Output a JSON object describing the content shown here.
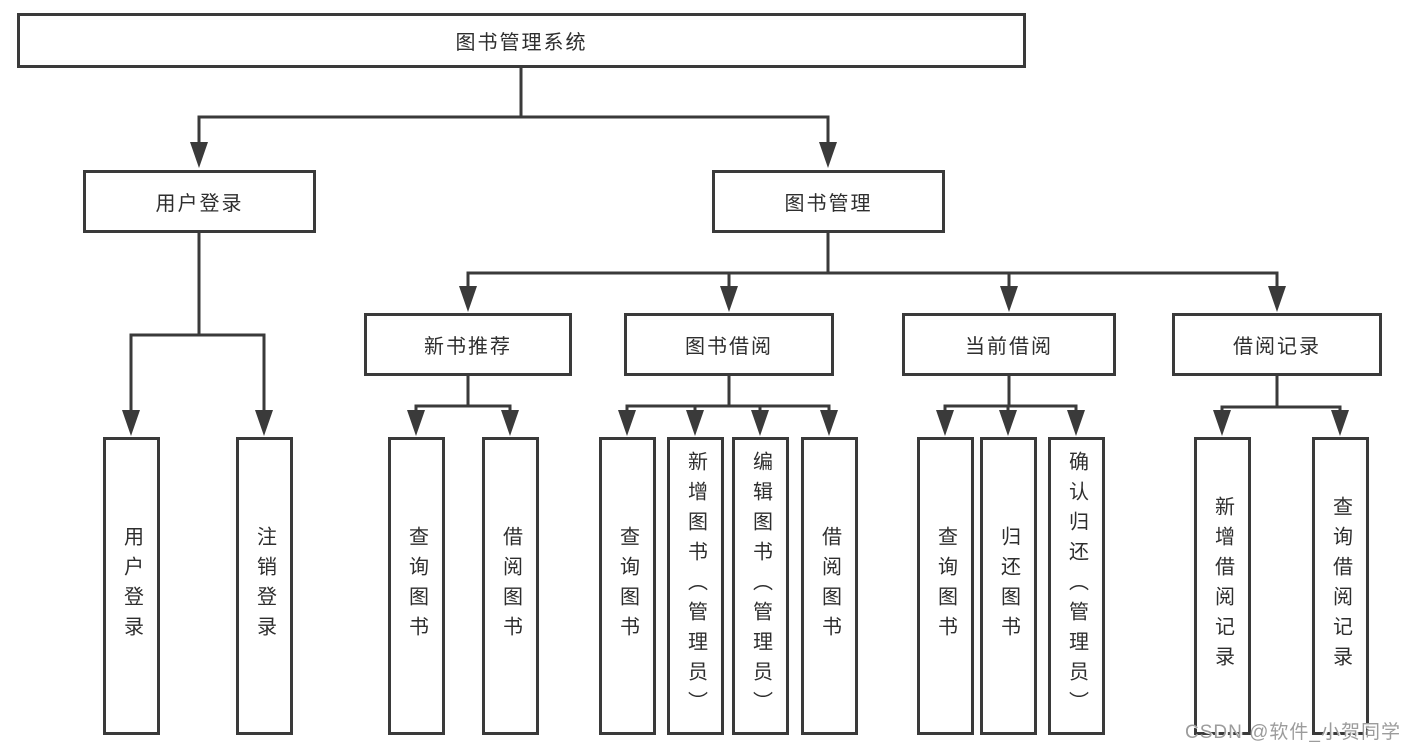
{
  "colors": {
    "line": "#3a3a3a",
    "text": "#2e2e2e",
    "box_background": "#ffffff",
    "watermark": "#9c9c9c",
    "page_background": "#ffffff"
  },
  "nodes": {
    "root": {
      "label": "图书管理系统"
    },
    "user_login": {
      "label": "用户登录"
    },
    "book_management": {
      "label": "图书管理"
    },
    "new_book_recommend": {
      "label": "新书推荐"
    },
    "book_borrow": {
      "label": "图书借阅"
    },
    "current_borrow": {
      "label": "当前借阅"
    },
    "borrow_records": {
      "label": "借阅记录"
    },
    "leaf_user_login": {
      "label": "用户登录"
    },
    "leaf_logout": {
      "label": "注销登录"
    },
    "leaf_query_books_a": {
      "label": "查询图书"
    },
    "leaf_borrow_books_a": {
      "label": "借阅图书"
    },
    "leaf_query_books_b": {
      "label": "查询图书"
    },
    "leaf_add_books_admin": {
      "label": "新增图书（管理员）"
    },
    "leaf_edit_books_admin": {
      "label": "编辑图书（管理员）"
    },
    "leaf_borrow_books_b": {
      "label": "借阅图书"
    },
    "leaf_query_books_c": {
      "label": "查询图书"
    },
    "leaf_return_books": {
      "label": "归还图书"
    },
    "leaf_confirm_return_admin": {
      "label": "确认归还（管理员）"
    },
    "leaf_add_borrow_record": {
      "label": "新增借阅记录"
    },
    "leaf_query_borrow_record": {
      "label": "查询借阅记录"
    }
  },
  "hierarchy": {
    "图书管理系统": [
      "用户登录",
      "图书管理"
    ],
    "用户登录": [
      "用户登录",
      "注销登录"
    ],
    "图书管理": [
      "新书推荐",
      "图书借阅",
      "当前借阅",
      "借阅记录"
    ],
    "新书推荐": [
      "查询图书",
      "借阅图书"
    ],
    "图书借阅": [
      "查询图书",
      "新增图书（管理员）",
      "编辑图书（管理员）",
      "借阅图书"
    ],
    "当前借阅": [
      "查询图书",
      "归还图书",
      "确认归还（管理员）"
    ],
    "借阅记录": [
      "新增借阅记录",
      "查询借阅记录"
    ]
  },
  "watermark": {
    "text": "CSDN @软件_小贺同学"
  }
}
